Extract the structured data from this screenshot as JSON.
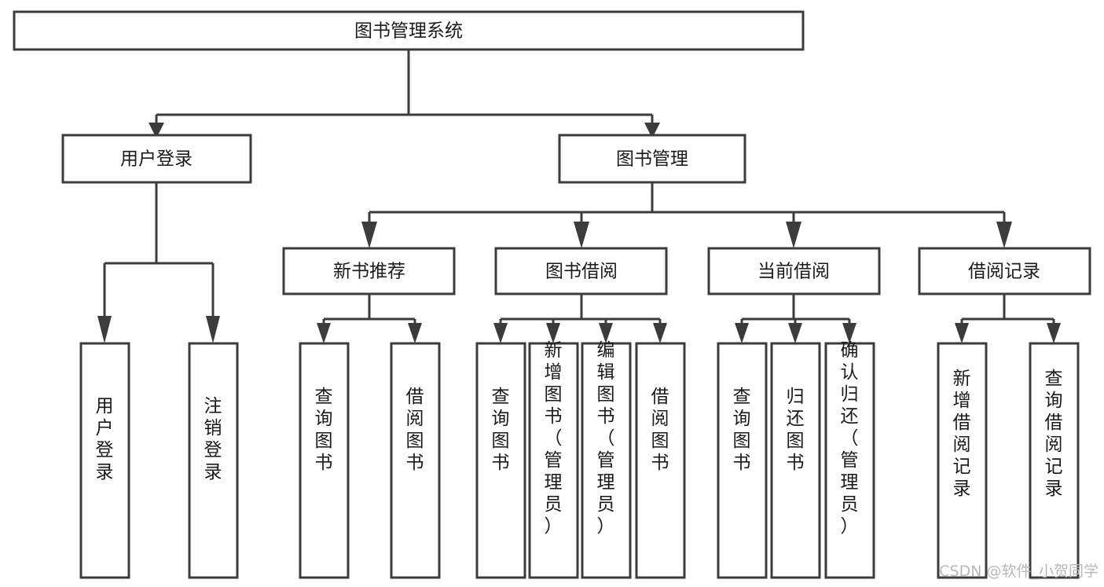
{
  "diagram": {
    "title": "图书管理系统",
    "orientation": "top-down-tree",
    "root": {
      "label": "图书管理系统"
    },
    "level2": [
      {
        "label": "用户登录"
      },
      {
        "label": "图书管理"
      }
    ],
    "level3": [
      {
        "label": "新书推荐",
        "parent": "图书管理"
      },
      {
        "label": "图书借阅",
        "parent": "图书管理"
      },
      {
        "label": "当前借阅",
        "parent": "图书管理"
      },
      {
        "label": "借阅记录",
        "parent": "图书管理"
      }
    ],
    "leaves": {
      "user_login": [
        {
          "label": "用户登录"
        },
        {
          "label": "注销登录"
        }
      ],
      "new_book_recommend": [
        {
          "label": "查询图书"
        },
        {
          "label": "借阅图书"
        }
      ],
      "book_borrow": [
        {
          "label": "查询图书"
        },
        {
          "label": "新增图书（管理员）"
        },
        {
          "label": "编辑图书（管理员）"
        },
        {
          "label": "借阅图书"
        }
      ],
      "current_borrow": [
        {
          "label": "查询图书"
        },
        {
          "label": "归还图书"
        },
        {
          "label": "确认归还（管理员）"
        }
      ],
      "borrow_record": [
        {
          "label": "新增借阅记录"
        },
        {
          "label": "查询借阅记录"
        }
      ]
    }
  },
  "watermark": {
    "text": "CSDN @软件_小贺同学"
  },
  "colors": {
    "box_stroke": "#3c3c3c",
    "box_fill": "#ffffff",
    "text": "#1a1a1a",
    "watermark": "#b8b8b8",
    "background": "#ffffff"
  }
}
